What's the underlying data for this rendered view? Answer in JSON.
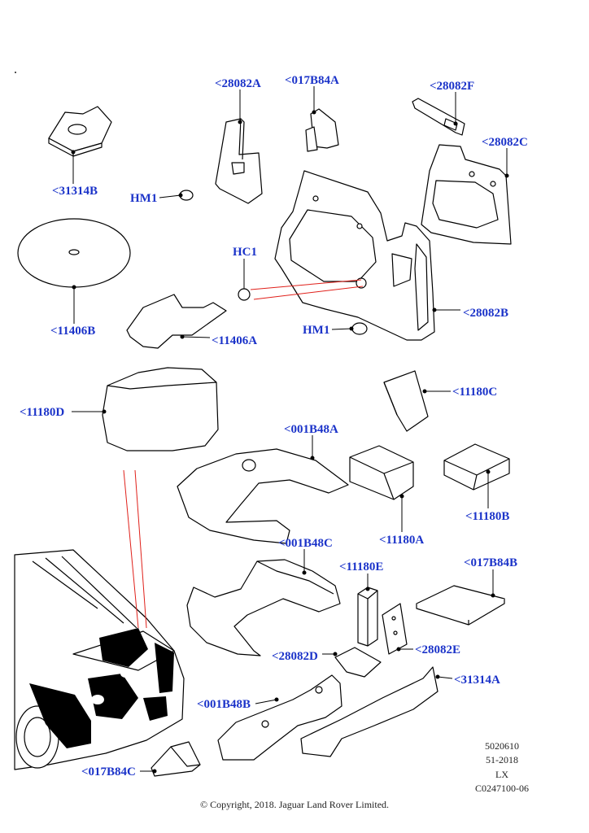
{
  "parts": [
    {
      "id": "p_31314B",
      "label": "<31314B"
    },
    {
      "id": "p_28082A",
      "label": "<28082A"
    },
    {
      "id": "p_HM1_top",
      "label": "HM1"
    },
    {
      "id": "p_017B84A",
      "label": "<017B84A"
    },
    {
      "id": "p_28082F",
      "label": "<28082F"
    },
    {
      "id": "p_28082C",
      "label": "<28082C"
    },
    {
      "id": "p_11406B",
      "label": "<11406B"
    },
    {
      "id": "p_HC1",
      "label": "HC1"
    },
    {
      "id": "p_11406A",
      "label": "<11406A"
    },
    {
      "id": "p_HM1_mid",
      "label": "HM1"
    },
    {
      "id": "p_28082B",
      "label": "<28082B"
    },
    {
      "id": "p_11180D",
      "label": "<11180D"
    },
    {
      "id": "p_11180C",
      "label": "<11180C"
    },
    {
      "id": "p_001B48A",
      "label": "<001B48A"
    },
    {
      "id": "p_11180A",
      "label": "<11180A"
    },
    {
      "id": "p_11180B",
      "label": "<11180B"
    },
    {
      "id": "p_001B48C",
      "label": "<001B48C"
    },
    {
      "id": "p_11180E",
      "label": "<11180E"
    },
    {
      "id": "p_017B84B",
      "label": "<017B84B"
    },
    {
      "id": "p_28082D",
      "label": "<28082D"
    },
    {
      "id": "p_28082E",
      "label": "<28082E"
    },
    {
      "id": "p_31314A",
      "label": "<31314A"
    },
    {
      "id": "p_001B48B",
      "label": "<001B48B"
    },
    {
      "id": "p_017B84C",
      "label": "<017B84C"
    }
  ],
  "meta": {
    "code": "5020610",
    "date": "51-2018",
    "model": "LX",
    "ref": "C0247100-06"
  },
  "copyright": "© Copyright, 2018. Jaguar Land Rover Limited.",
  "colors": {
    "callout": "#1b33c9",
    "leader": "#000000",
    "hc1_lines": "#e0201a"
  }
}
